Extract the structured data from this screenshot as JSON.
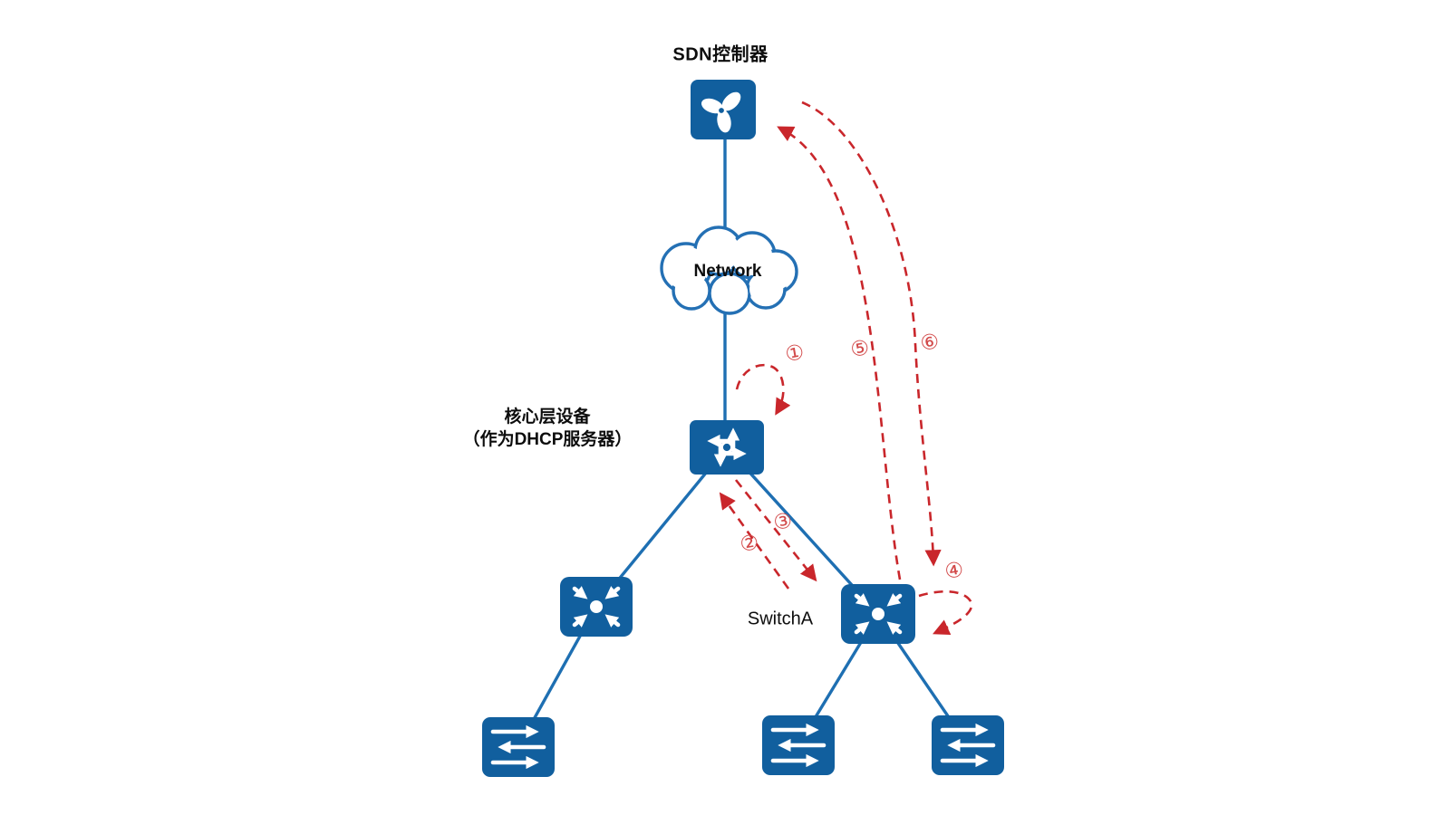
{
  "labels": {
    "sdn_controller": "SDN控制器",
    "network": "Network",
    "core_device_line1": "核心层设备",
    "core_device_line2": "（作为DHCP服务器）",
    "switch_a": "SwitchA"
  },
  "steps": [
    {
      "id": 1,
      "glyph": "①"
    },
    {
      "id": 2,
      "glyph": "②"
    },
    {
      "id": 3,
      "glyph": "③"
    },
    {
      "id": 4,
      "glyph": "④"
    },
    {
      "id": 5,
      "glyph": "⑤"
    },
    {
      "id": 6,
      "glyph": "⑥"
    }
  ],
  "icons": {
    "sdn_controller": "controller-propeller-icon",
    "core_device": "router-crossed-arrows-icon",
    "aggregation_switch": "switch-inward-arrows-icon",
    "access_switch": "switch-horizontal-arrows-icon",
    "network": "cloud-icon"
  },
  "colors": {
    "icon_blue": "#115f9e",
    "line_blue": "#1e6fb2",
    "cloud_stroke": "#2470b4",
    "arrow_red": "#c9262b",
    "step_red": "#d24a4a",
    "text_dark": "#0d0d0d"
  }
}
